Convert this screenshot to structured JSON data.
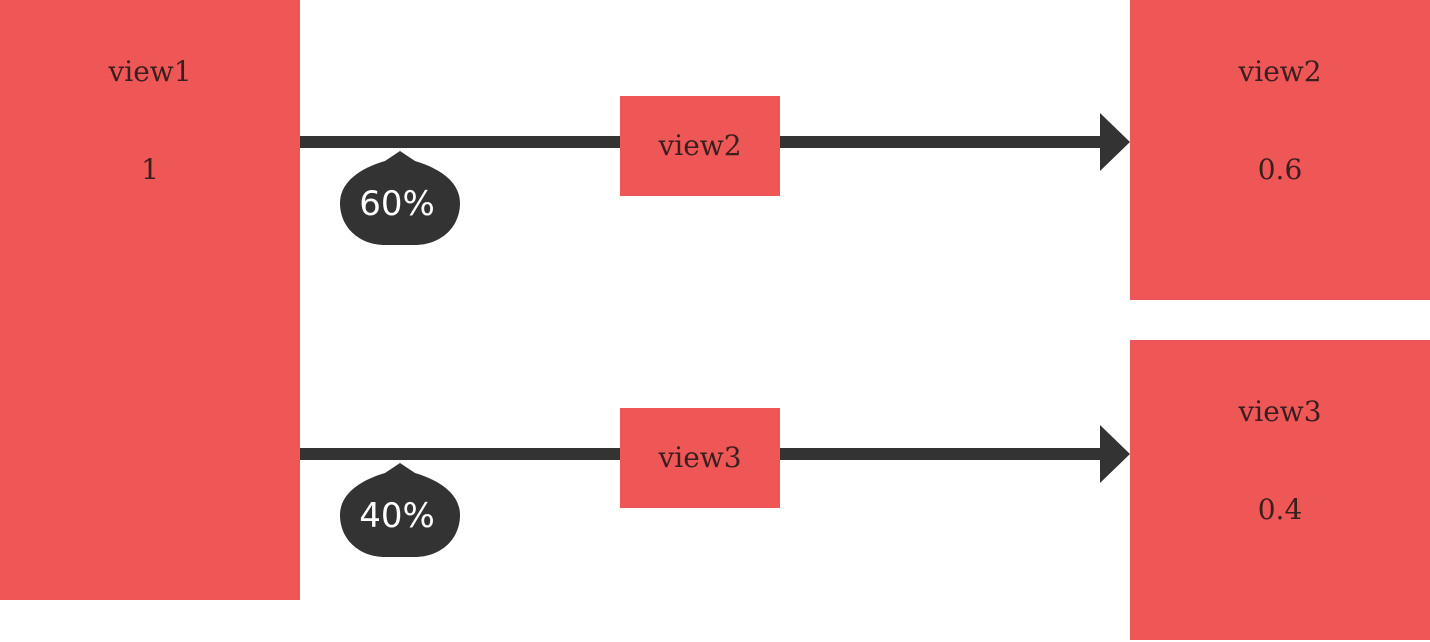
{
  "diagram": {
    "source": {
      "label": "view1",
      "value": "1"
    },
    "branches": [
      {
        "percent_label": "60%",
        "mid_label": "view2",
        "target_label": "view2",
        "target_value": "0.6"
      },
      {
        "percent_label": "40%",
        "mid_label": "view3",
        "target_label": "view3",
        "target_value": "0.4"
      }
    ]
  },
  "colors": {
    "box_fill": "#ef5656",
    "connector": "#333333",
    "badge_fill": "#333333",
    "badge_text": "#ffffff",
    "box_text": "#3a1f1f"
  }
}
